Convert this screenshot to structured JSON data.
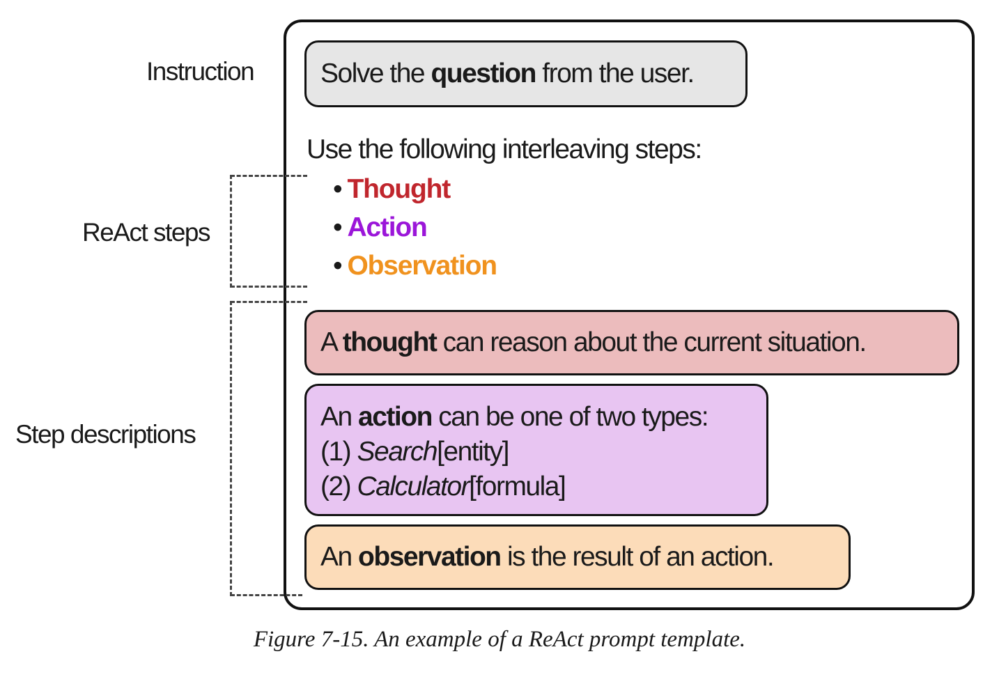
{
  "labels": {
    "instruction": "Instruction",
    "react_steps": "ReAct steps",
    "step_descriptions": "Step descriptions"
  },
  "instruction_box": {
    "pre": "Solve the",
    "bold": "question",
    "post": "from the user."
  },
  "steps_intro": "Use the following interleaving steps:",
  "bullet_char": "•",
  "steps": [
    {
      "label": "Thought",
      "color": "#c0262d"
    },
    {
      "label": "Action",
      "color": "#9b16d9"
    },
    {
      "label": "Observation",
      "color": "#f0921e"
    }
  ],
  "descriptions": {
    "thought": {
      "pre": "A",
      "bold": "thought",
      "post": "can reason about the current situation.",
      "color": "#ecbcbd"
    },
    "action": {
      "pre": "An",
      "bold": "action",
      "post": "can be one of two types:",
      "line2_prefix": "(1)",
      "line2_italic": "Search",
      "line2_rest": "[entity]",
      "line3_prefix": "(2)",
      "line3_italic": "Calculator",
      "line3_rest": "[formula]",
      "color": "#e8c5f2"
    },
    "observation": {
      "pre": "An",
      "bold": "observation",
      "post": "is the result of an action.",
      "color": "#fcdcb9"
    }
  },
  "instruction_color": "#e6e6e6",
  "caption": "Figure 7-15. An example of a ReAct prompt template."
}
